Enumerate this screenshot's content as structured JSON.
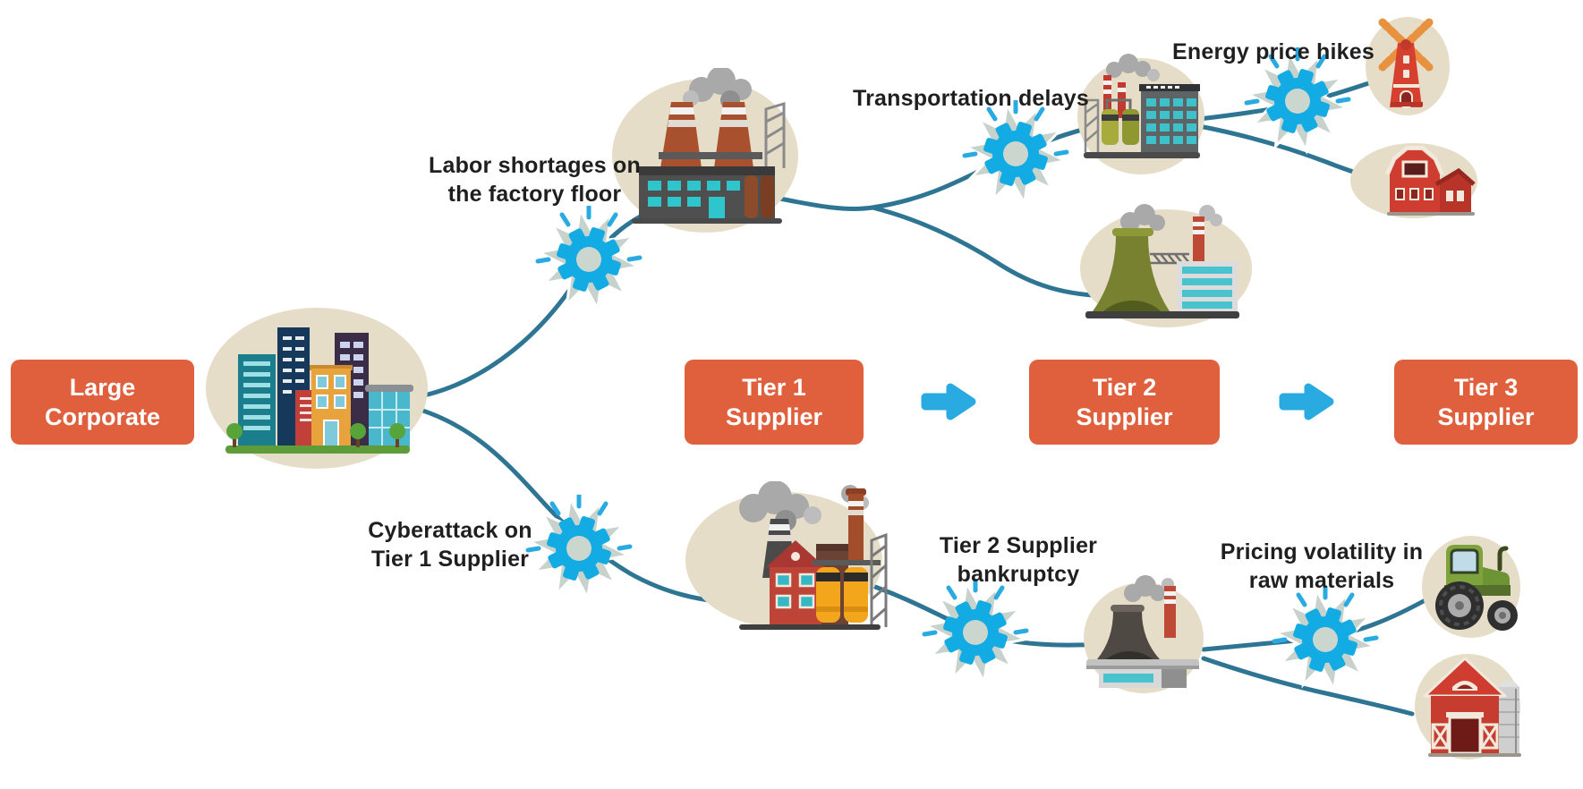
{
  "nodes": [
    {
      "id": "large-corporate",
      "label": "Large\nCorporate"
    },
    {
      "id": "tier1-supplier",
      "label": "Tier 1\nSupplier"
    },
    {
      "id": "tier2-supplier",
      "label": "Tier 2\nSupplier"
    },
    {
      "id": "tier3-supplier",
      "label": "Tier 3\nSupplier"
    }
  ],
  "disruptions": [
    {
      "id": "labor-shortages",
      "label": "Labor shortages on\nthe factory floor"
    },
    {
      "id": "transportation-delays",
      "label": "Transportation delays"
    },
    {
      "id": "energy-price-hikes",
      "label": "Energy price hikes"
    },
    {
      "id": "cyberattack",
      "label": "Cyberattack on\nTier 1 Supplier"
    },
    {
      "id": "tier2-bankruptcy",
      "label": "Tier 2 Supplier\nbankruptcy"
    },
    {
      "id": "pricing-volatility",
      "label": "Pricing volatility in\nraw materials"
    }
  ],
  "icons": {
    "burst-icon": "blue gear over gray starburst marking a supply-chain disruption",
    "arrow-right-icon": "solid bright-blue right-pointing block arrow",
    "illustrations": [
      "city-buildings",
      "smokestack-factory",
      "chemical-tank-factory",
      "cooling-tower-factory",
      "yellow-tank-factory",
      "dark-cooling-tower-factory",
      "windmill",
      "dutch-barn",
      "green-tractor",
      "barn-with-silo"
    ]
  },
  "palette": {
    "node_orange": "#E0603D",
    "node_text": "#FFFFFF",
    "arrow_blue": "#29ABE2",
    "connector_teal": "#2E7493",
    "burst_blue": "#12ABE3",
    "burst_star_gray": "#C6D2CB",
    "blob_beige": "#E6DDC8",
    "label_text": "#1F1F1F"
  }
}
